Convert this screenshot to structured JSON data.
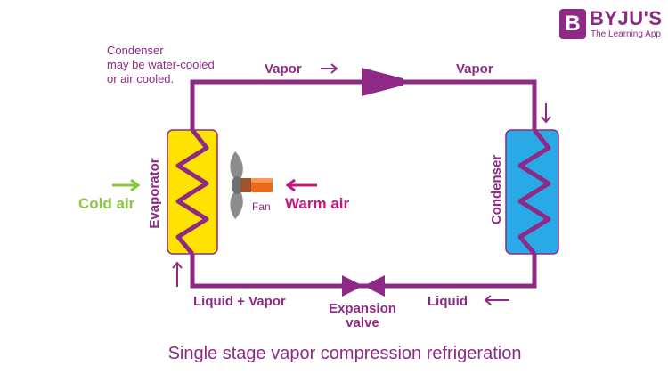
{
  "brand": {
    "badge": "B",
    "name": "BYJU'S",
    "tagline": "The Learning App"
  },
  "colors": {
    "pipe": "#8e2a86",
    "evaporator": "#ffe300",
    "condenser": "#29a9e6",
    "cold_air": "#8cc63f",
    "warm_air": "#c2187e"
  },
  "note": {
    "line1": "Condenser",
    "line2": "may be water-cooled",
    "line3": "or air cooled."
  },
  "labels": {
    "vapor_left": "Vapor",
    "vapor_right": "Vapor",
    "evaporator": "Evaporator",
    "condenser": "Condenser",
    "cold_air": "Cold air",
    "warm_air": "Warm air",
    "fan": "Fan",
    "liquid_vapor": "Liquid + Vapor",
    "expansion_line1": "Expansion",
    "expansion_line2": "valve",
    "liquid": "Liquid"
  },
  "caption": "Single stage vapor compression refrigeration"
}
